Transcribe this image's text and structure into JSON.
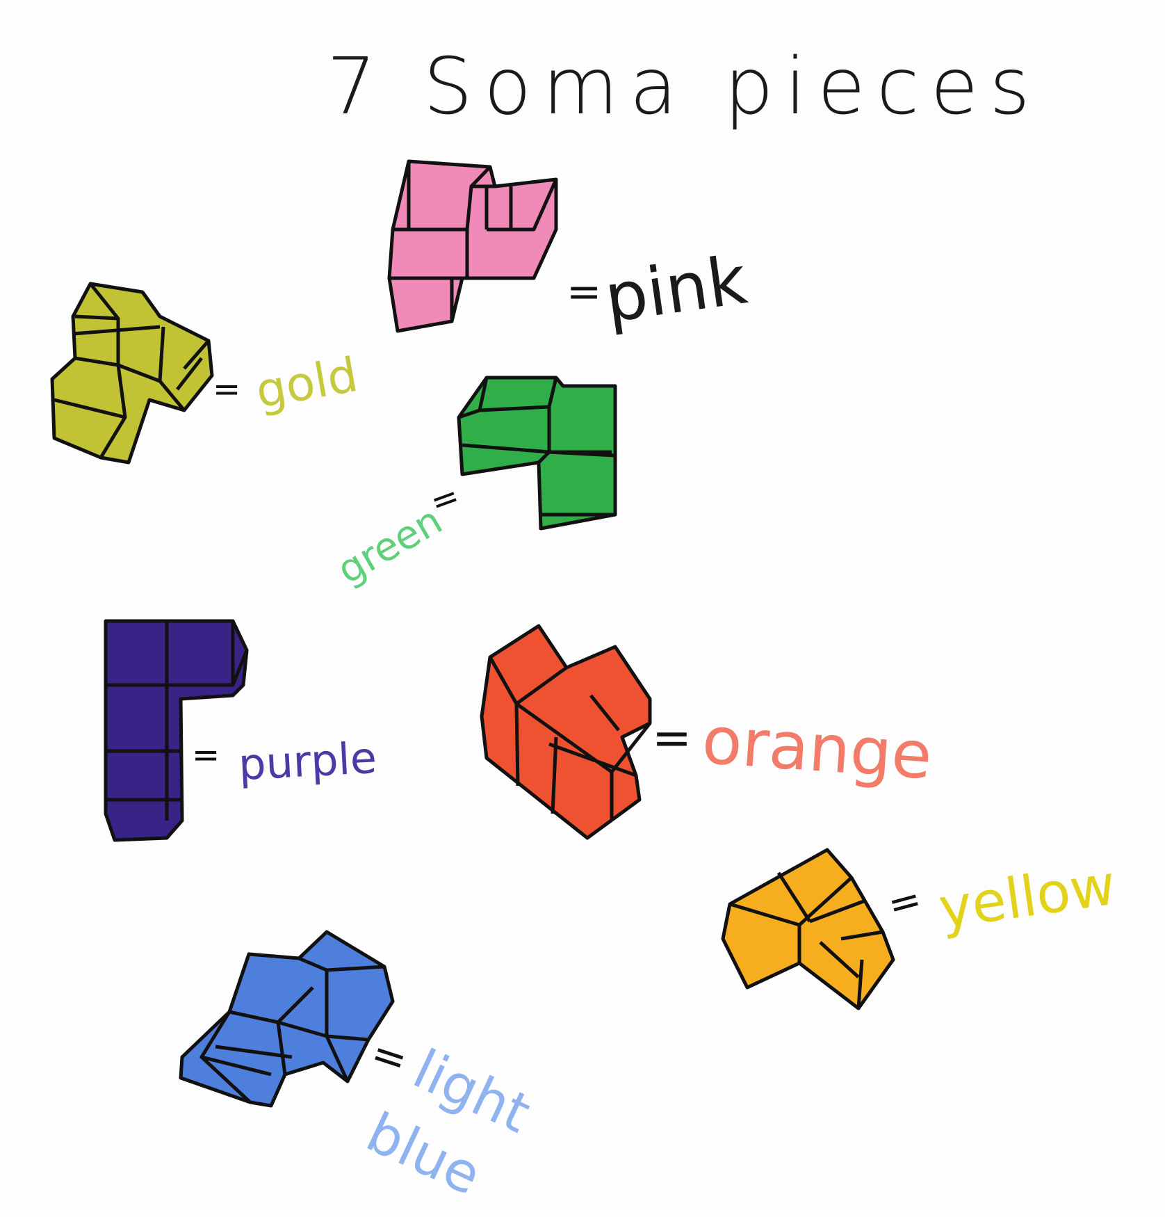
{
  "title": "7 Soma pieces",
  "equals": "=",
  "pieces": [
    {
      "id": "pink",
      "label": "pink",
      "color": "#f08ab8",
      "label_color": "#1a1a1a"
    },
    {
      "id": "gold",
      "label": "gold",
      "color": "#c2c235",
      "label_color": "#c6c93c"
    },
    {
      "id": "green",
      "label": "green",
      "color": "#2fae4a",
      "label_color": "#5fd07a"
    },
    {
      "id": "purple",
      "label": "purple",
      "color": "#3a2387",
      "label_color": "#4a3aa6"
    },
    {
      "id": "orange",
      "label": "orange",
      "color": "#ee5230",
      "label_color": "#f27b6a"
    },
    {
      "id": "yellow",
      "label": "yellow",
      "color": "#f6ae1e",
      "label_color": "#e3d21a"
    },
    {
      "id": "light-blue",
      "label_line1": "light",
      "label_line2": "blue",
      "color": "#4e7fdd",
      "label_color": "#8fb3ef"
    }
  ]
}
